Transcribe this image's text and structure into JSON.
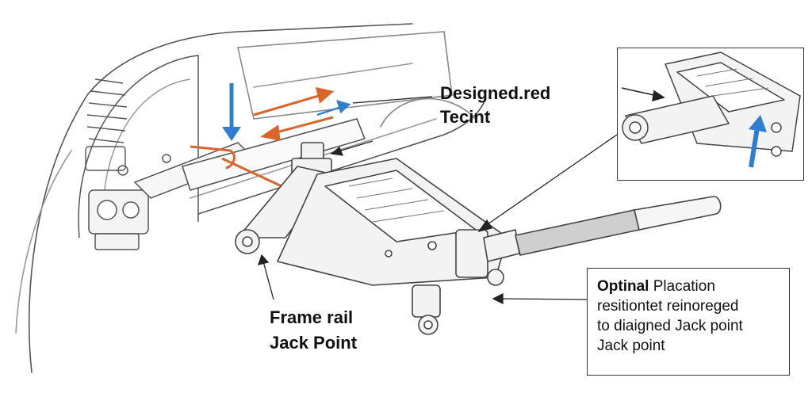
{
  "labels": {
    "designed_line1": "Designed.red",
    "designed_line2": "Tecint",
    "frame_line1": "Frame rail",
    "frame_line2": "Jack Point"
  },
  "callout": {
    "bold_word": "Optinal",
    "rest_line1": "Placation",
    "line2": "resitiontet reinoreged",
    "line3": "to diaigned Jack point",
    "line4": "Jack point"
  },
  "colors": {
    "arrow_orange": "#d9652b",
    "arrow_blue": "#2f7fd0",
    "line": "#333333"
  }
}
